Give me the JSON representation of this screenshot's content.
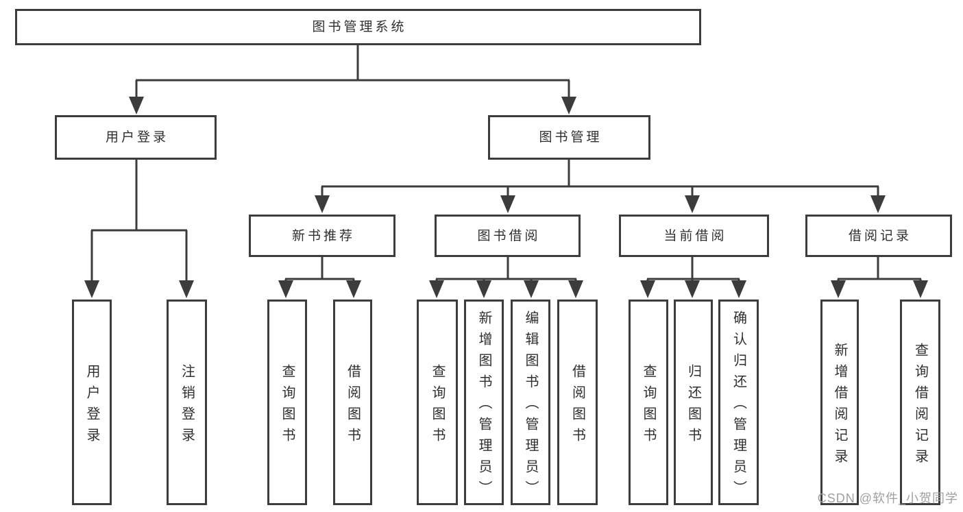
{
  "nodes": {
    "root": "图书管理系统",
    "level1": {
      "user_login": "用户登录",
      "book_mgmt": "图书管理"
    },
    "level2": {
      "new_book_rec": "新书推荐",
      "book_borrow": "图书借阅",
      "current_borrow": "当前借阅",
      "borrow_record": "借阅记录"
    },
    "leaves": {
      "user_login": "用户登录",
      "logout": "注销登录",
      "nbr_query_book": "查询图书",
      "nbr_borrow_book": "借阅图书",
      "bb_query_book": "查询图书",
      "bb_add_book_admin": "新增图书（管理员）",
      "bb_edit_book_admin": "编辑图书（管理员）",
      "bb_borrow_book": "借阅图书",
      "cb_query_book": "查询图书",
      "cb_return_book": "归还图书",
      "cb_confirm_return_admin": "确认归还（管理员）",
      "br_add_record": "新增借阅记录",
      "br_query_record": "查询借阅记录"
    }
  },
  "watermark": "CSDN @软件_小贺同学",
  "colors": {
    "line": "#3c3c3c",
    "text": "#2f2f2f",
    "watermark": "#a0a0a0",
    "background": "#ffffff"
  }
}
